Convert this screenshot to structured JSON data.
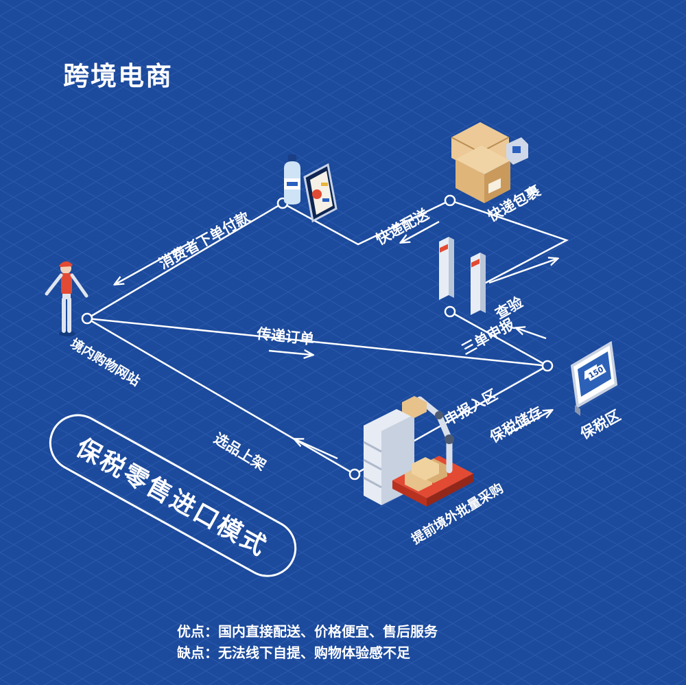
{
  "title": "跨境电商",
  "nodes": {
    "consumer_order": "消费者下单付款",
    "express_delivery": "快递配送",
    "express_package": "快递包裹",
    "transmit_order": "传递订单",
    "inspection": "查验",
    "declaration": "三单申报",
    "domestic_site": "境内购物网站",
    "shelving": "选品上架",
    "declare_warehouse": "申报入区",
    "bonded_storage": "保税储存",
    "bonded_zone": "保税区",
    "bulk_purchase": "提前境外批量采购",
    "price_tag": "150"
  },
  "mode_badge": "保税零售进口模式",
  "summary": {
    "pros": "优点：国内直接配送、价格便宜、售后服务",
    "cons": "缺点：无法线下自提、购物体验感不足"
  },
  "colors": {
    "background": "#1c4a9c",
    "line": "#ffffff",
    "box": "#e7c28d"
  }
}
